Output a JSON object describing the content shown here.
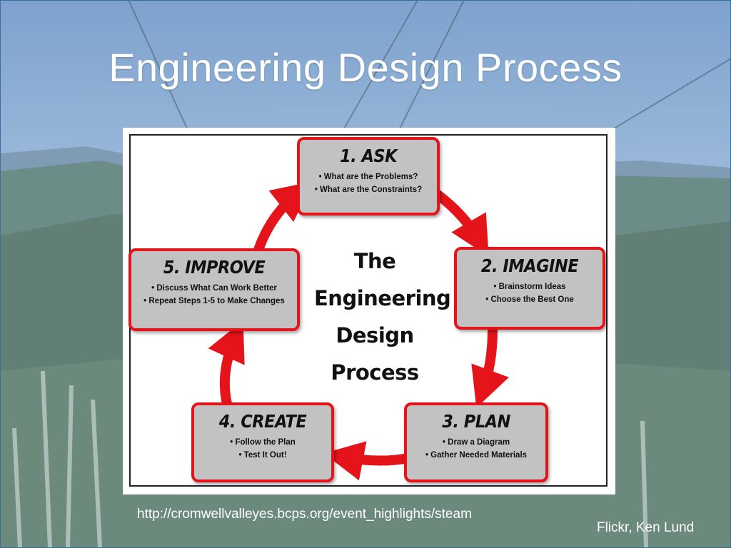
{
  "slide": {
    "title": "Engineering Design Process",
    "source_url": "http://cromwellvalleyes.bcps.org/event_highlights/steam",
    "photo_credit": "Flickr, Ken Lund"
  },
  "diagram": {
    "center_title_lines": [
      "The",
      "Engineering",
      "Design",
      "Process"
    ],
    "steps": [
      {
        "title": "1.  ASK",
        "bullets": [
          "• What are the Problems?",
          "• What are the Constraints?"
        ]
      },
      {
        "title": "2. IMAGINE",
        "bullets": [
          "• Brainstorm Ideas",
          "• Choose the Best One"
        ]
      },
      {
        "title": "3. PLAN",
        "bullets": [
          "• Draw a Diagram",
          "• Gather Needed Materials"
        ]
      },
      {
        "title": "4. CREATE",
        "bullets": [
          "• Follow the Plan",
          "• Test It Out!"
        ]
      },
      {
        "title": "5. IMPROVE",
        "bullets": [
          "• Discuss What Can Work Better",
          "• Repeat Steps 1-5 to Make Changes"
        ]
      }
    ],
    "colors": {
      "accent_red": "#e5141a",
      "box_gray": "#c2c2c2",
      "text_dark": "#111111"
    }
  }
}
